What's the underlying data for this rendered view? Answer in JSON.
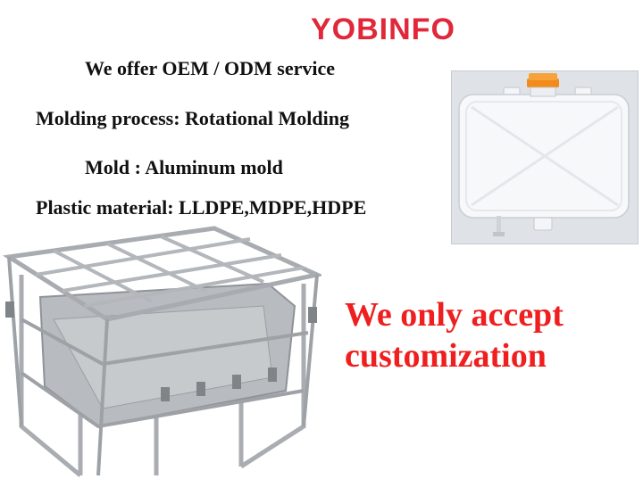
{
  "brand": {
    "logo_text": "YOBINFO",
    "color": "#e0283a"
  },
  "lines": {
    "oem": "We offer OEM / ODM service",
    "process": "Molding process: Rotational Molding",
    "mold": "Mold : Aluminum mold",
    "material": "Plastic material: LLDPE,MDPE,HDPE"
  },
  "promo": {
    "line1": "We only accept",
    "line2": "customization",
    "color": "#ef1f1f"
  },
  "images": {
    "tank": "white-plastic-tank-icon",
    "mold": "aluminum-mold-frame-icon"
  }
}
